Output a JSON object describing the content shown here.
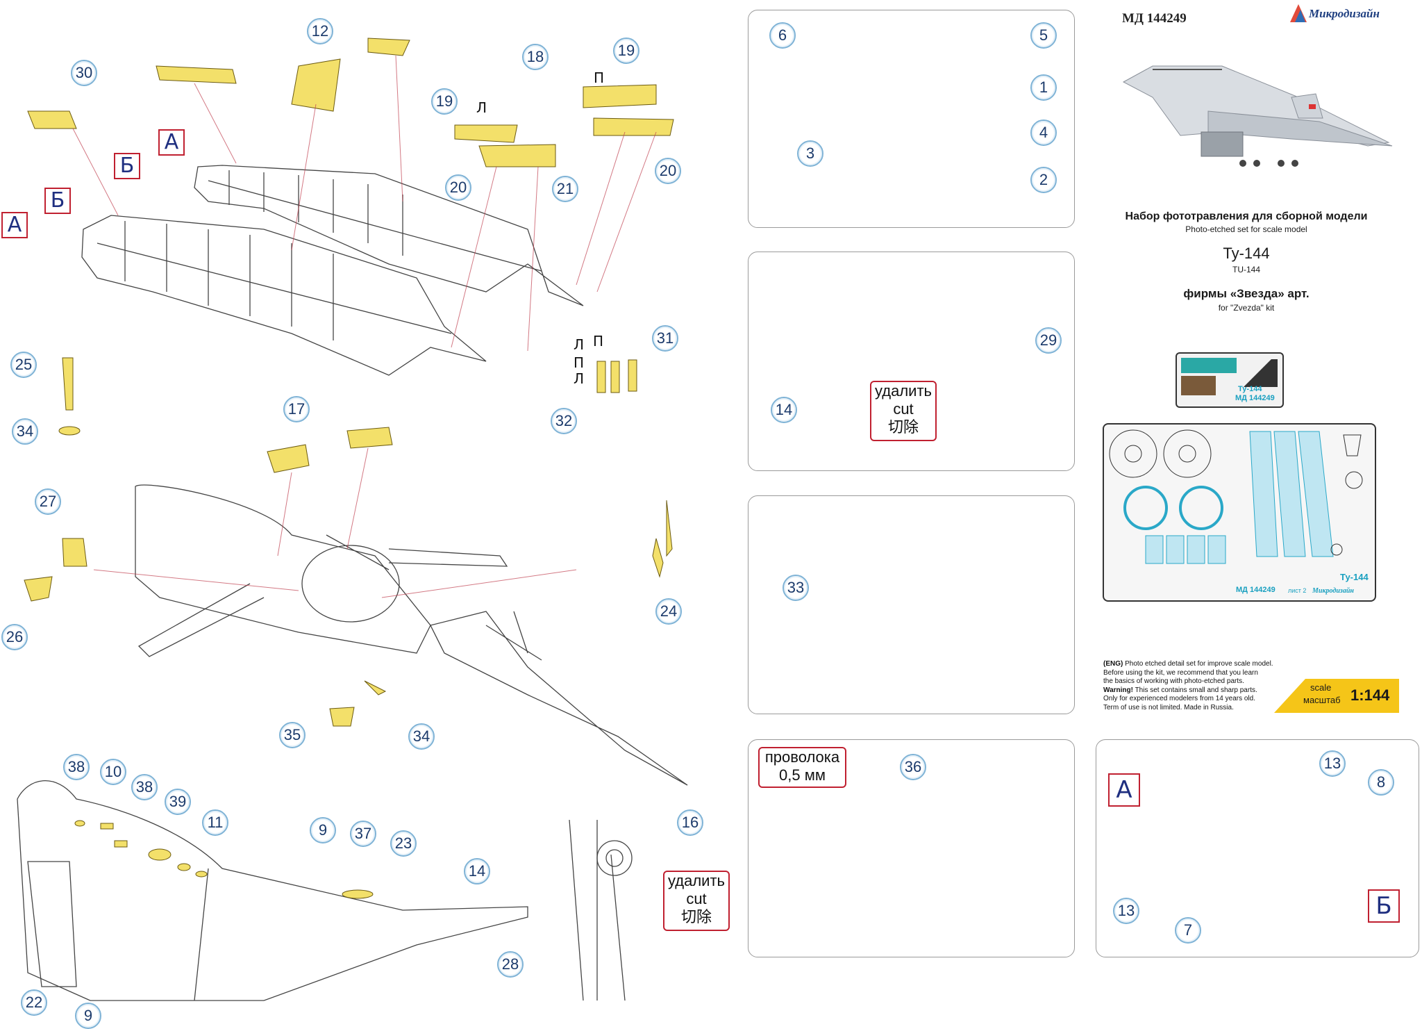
{
  "header": {
    "article": "МД 144249",
    "brand": "Микродизайн"
  },
  "title_block": {
    "ru_title": "Набор фототравления для сборной модели",
    "en_title": "Photo-etched set for scale model",
    "model_ru": "Ту-144",
    "model_en": "TU-144",
    "maker_ru": "фирмы «Звезда» арт.",
    "maker_en": "for \"Zvezda\" kit"
  },
  "fret_small": {
    "name": "Ту-144",
    "article": "МД 144249"
  },
  "fret_large": {
    "name": "Ту-144",
    "article": "МД 144249",
    "sheet": "лист 2",
    "brand": "Микродизайн"
  },
  "disclaimer": {
    "line1_bold": "(ENG)",
    "line1": " Photo etched detail set for improve scale model.",
    "line2": "Before using the kit, we recommend that you learn",
    "line3": "the basics of working with photo-etched parts.",
    "line4_bold": "Warning!",
    "line4": " This set contains small and sharp parts.",
    "line5": "Only for experienced modelers from 14 years old.",
    "line6": "Term of use is not limited. Made in Russia."
  },
  "scale_badge": {
    "label_en": "scale",
    "label_ru": "масштаб",
    "value": "1:144"
  },
  "notes": {
    "cut_ru": "удалить",
    "cut_en": "cut",
    "cut_cn": "切除",
    "wire_ru": "проволока",
    "wire_size": "0,5 мм"
  },
  "letters": {
    "a": "А",
    "b": "Б",
    "l": "Л",
    "p": "П"
  },
  "callouts": {
    "c1": "1",
    "c2": "2",
    "c3": "3",
    "c4": "4",
    "c5": "5",
    "c6": "6",
    "c7": "7",
    "c8": "8",
    "c9": "9",
    "c10": "10",
    "c11": "11",
    "c12": "12",
    "c13": "13",
    "c14": "14",
    "c16": "16",
    "c17": "17",
    "c18": "18",
    "c19": "19",
    "c20": "20",
    "c21": "21",
    "c22": "22",
    "c23": "23",
    "c24": "24",
    "c25": "25",
    "c26": "26",
    "c27": "27",
    "c28": "28",
    "c29": "29",
    "c30": "30",
    "c31": "31",
    "c32": "32",
    "c33": "33",
    "c34": "34",
    "c35": "35",
    "c36": "36",
    "c37": "37",
    "c38": "38",
    "c39": "39"
  },
  "colors": {
    "etch_brass": "#f3e06a",
    "etch_teal": "#2aa8a5",
    "cut_red": "#c02030",
    "callout_ring": "#7fb3d6",
    "scale_yellow": "#f5c518"
  }
}
